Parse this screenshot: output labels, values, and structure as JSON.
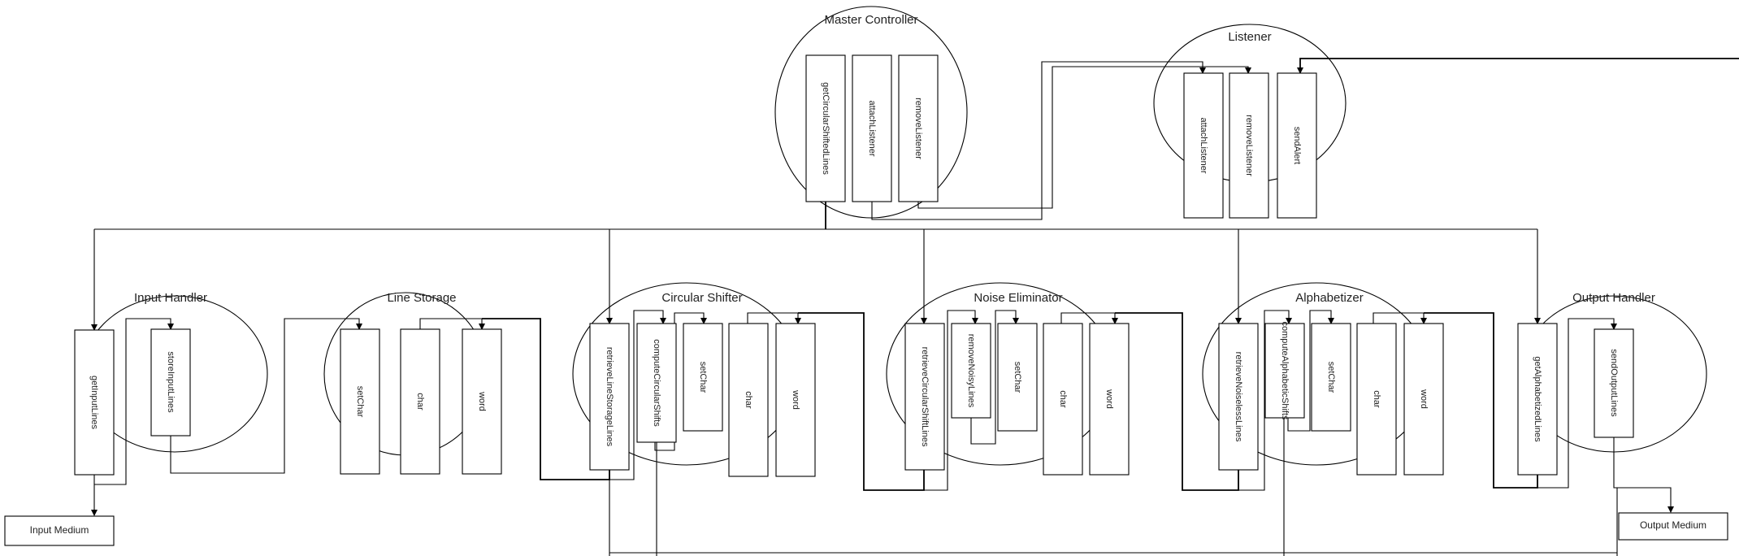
{
  "modules": {
    "master": {
      "label": "Master Controller",
      "functions": [
        "getCircularShiftedLines",
        "attachListener",
        "removeListener"
      ]
    },
    "listener": {
      "label": "Listener",
      "functions": [
        "attachListener",
        "removeListener",
        "sendAlert"
      ]
    },
    "input": {
      "label": "Input Handler",
      "functions": [
        "getInputLines",
        "storeInputLines"
      ]
    },
    "storage": {
      "label": "Line Storage",
      "functions": [
        "setChar",
        "char",
        "word"
      ]
    },
    "shifter": {
      "label": "Circular Shifter",
      "functions": [
        "retrieveLineStorageLines",
        "computeCircularShifts",
        "setChar",
        "char",
        "word"
      ]
    },
    "noise": {
      "label": "Noise Eliminator",
      "functions": [
        "retrieveCircularShiftLines",
        "removeNoisyLines",
        "setChar",
        "char",
        "word"
      ]
    },
    "alpha": {
      "label": "Alphabetizer",
      "functions": [
        "retrieveNoiselessLines",
        "computeAlphabeticShifts",
        "setChar",
        "char",
        "word"
      ]
    },
    "output": {
      "label": "Output Handler",
      "functions": [
        "getAlphabetizedLines",
        "sendOutputLines"
      ]
    }
  },
  "external": {
    "input_medium": "Input Medium",
    "output_medium": "Output Medium"
  }
}
